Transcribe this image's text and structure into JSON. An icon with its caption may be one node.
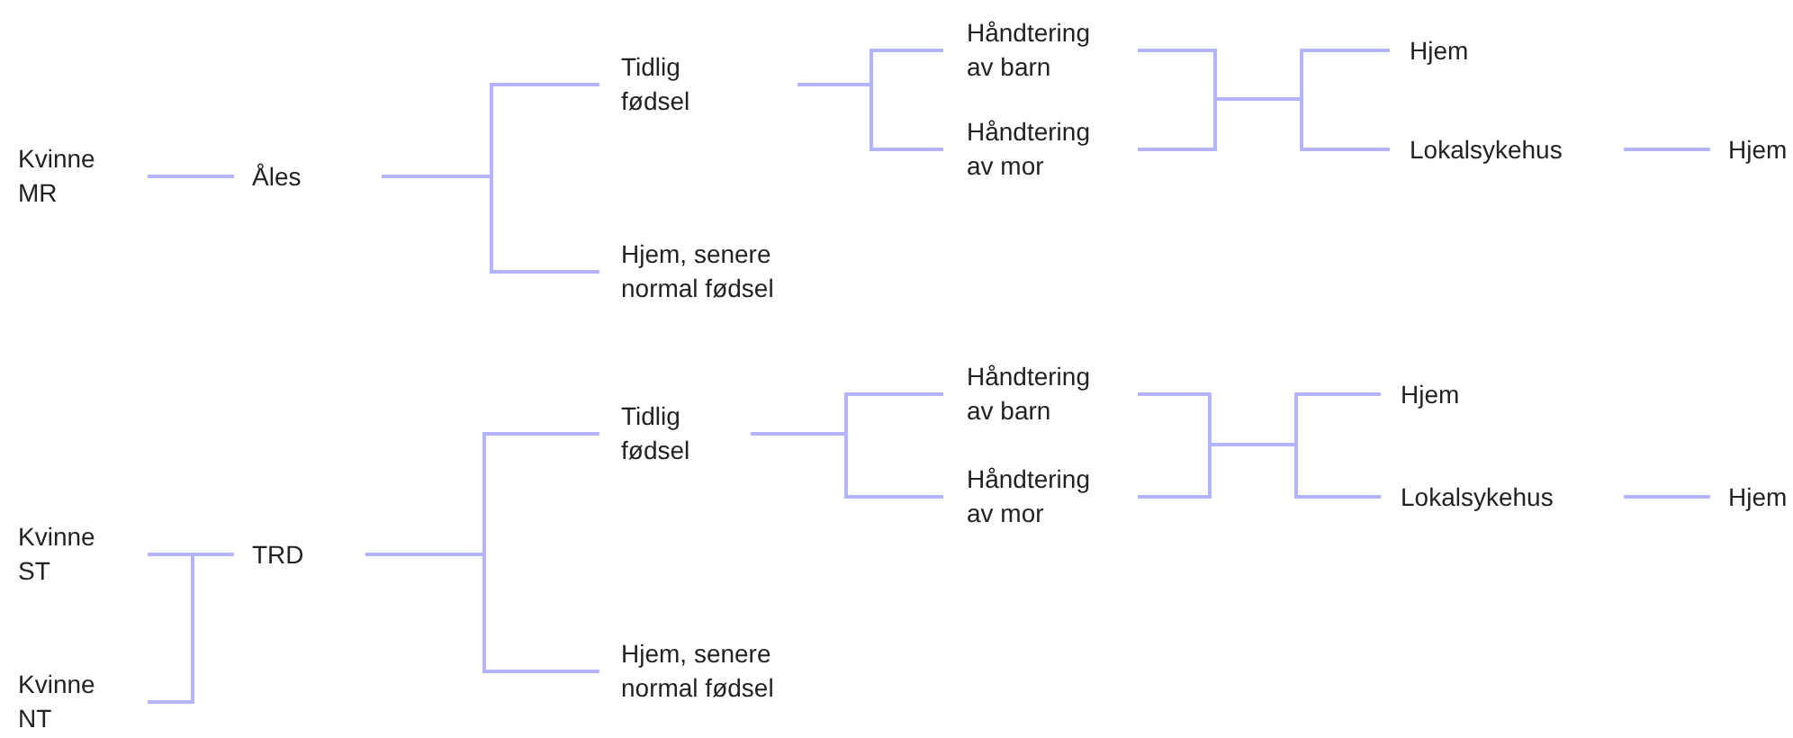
{
  "diagram": {
    "nodes": [
      {
        "text": [
          "Kvinne MR"
        ]
      },
      {
        "text": [
          "Åles"
        ]
      },
      {
        "text": [
          "Tidlig fødsel"
        ]
      },
      {
        "text": [
          "Hjem, senere normal fødsel"
        ]
      },
      {
        "text": [
          "Håndtering av barn"
        ]
      },
      {
        "text": [
          "Håndtering av mor"
        ]
      },
      {
        "text": [
          "Hjem"
        ]
      },
      {
        "text": [
          "Lokalsykehus"
        ]
      },
      {
        "text": [
          "Hjem"
        ]
      },
      {
        "text": [
          "Kvinne ST"
        ]
      },
      {
        "text": [
          "Kvinne NT"
        ]
      },
      {
        "text": [
          "TRD"
        ]
      },
      {
        "text": [
          "Tidlig fødsel"
        ]
      },
      {
        "text": [
          "Hjem, senere normal fødsel"
        ]
      },
      {
        "text": [
          "Håndtering av barn"
        ]
      },
      {
        "text": [
          "Håndtering av mor"
        ]
      },
      {
        "text": [
          "Hjem"
        ]
      },
      {
        "text": [
          "Lokalsykehus"
        ]
      },
      {
        "text": [
          "Hjem"
        ]
      }
    ],
    "edges": [
      {
        "from": 0,
        "to": 1,
        "arrow": "none"
      },
      {
        "from": 1,
        "to": 2,
        "arrow": "none"
      },
      {
        "from": 1,
        "to": 3,
        "arrow": "none"
      },
      {
        "from": 2,
        "to": 4,
        "arrow": "none"
      },
      {
        "from": 2,
        "to": 5,
        "arrow": "none"
      },
      {
        "from": 4,
        "to": 6,
        "arrow": "none"
      },
      {
        "from": 4,
        "to": 7,
        "arrow": "none"
      },
      {
        "from": 5,
        "to": 6,
        "arrow": "none"
      },
      {
        "from": 5,
        "to": 7,
        "arrow": "none"
      },
      {
        "from": 7,
        "to": 8,
        "arrow": "none"
      },
      {
        "from": 9,
        "to": 11,
        "arrow": "none"
      },
      {
        "from": 10,
        "to": 11,
        "arrow": "none"
      },
      {
        "from": 11,
        "to": 12,
        "arrow": "none"
      },
      {
        "from": 11,
        "to": 13,
        "arrow": "none"
      },
      {
        "from": 12,
        "to": 14,
        "arrow": "none"
      },
      {
        "from": 12,
        "to": 15,
        "arrow": "none"
      },
      {
        "from": 14,
        "to": 16,
        "arrow": "none"
      },
      {
        "from": 14,
        "to": 17,
        "arrow": "none"
      },
      {
        "from": 15,
        "to": 16,
        "arrow": "none"
      },
      {
        "from": 15,
        "to": 17,
        "arrow": "none"
      },
      {
        "from": 17,
        "to": 18,
        "arrow": "none"
      }
    ]
  }
}
